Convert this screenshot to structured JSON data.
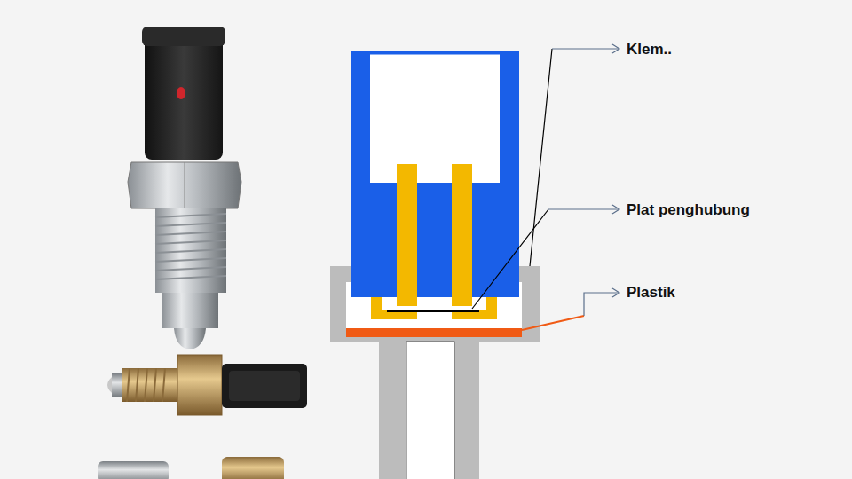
{
  "diagram": {
    "labels": [
      "Klem..",
      "Plat penghubung",
      "Plastik"
    ]
  }
}
